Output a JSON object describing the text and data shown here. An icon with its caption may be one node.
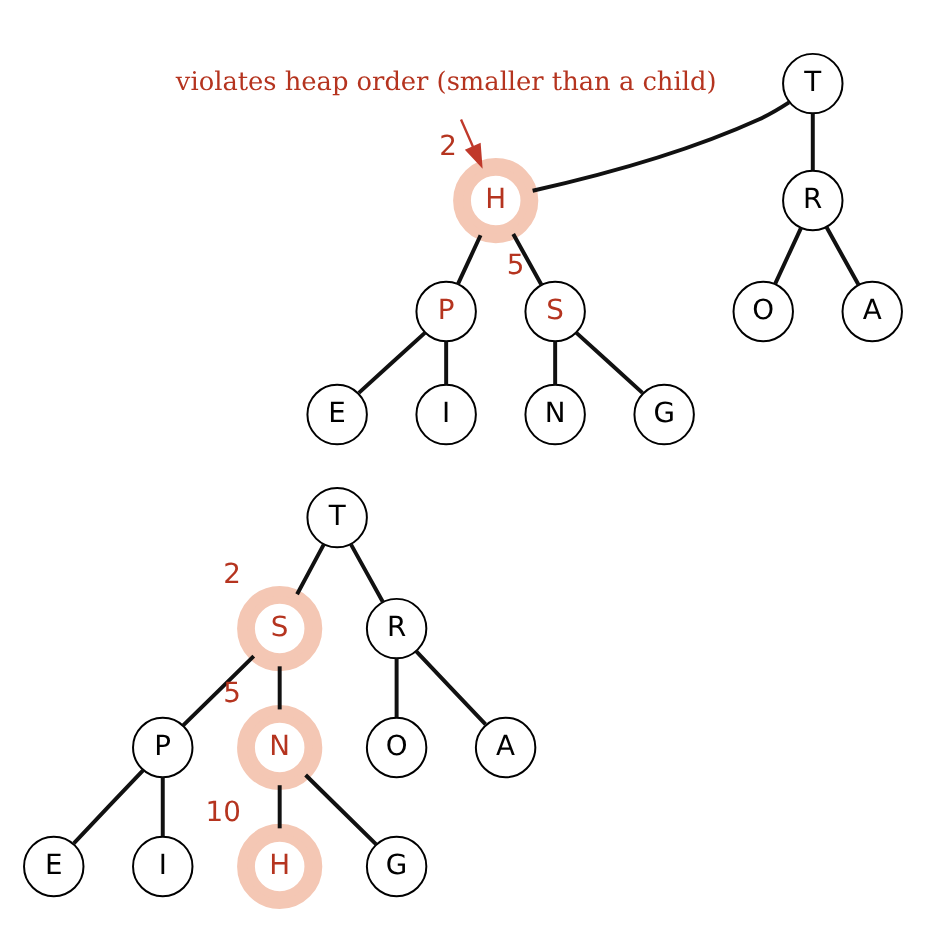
{
  "diagram": {
    "nodes": [
      {
        "text": [
          "violates heap order (smaller than a child)"
        ]
      },
      {
        "text": [
          "T"
        ]
      },
      {
        "text": [
          "H"
        ],
        "beside": [
          "2"
        ]
      },
      {
        "text": [
          "R"
        ]
      },
      {
        "text": [
          "P"
        ]
      },
      {
        "text": [
          "S"
        ],
        "beside": [
          "5"
        ]
      },
      {
        "text": [
          "O"
        ]
      },
      {
        "text": [
          "A"
        ]
      },
      {
        "text": [
          "E"
        ]
      },
      {
        "text": [
          "I"
        ]
      },
      {
        "text": [
          "N"
        ]
      },
      {
        "text": [
          "G"
        ]
      },
      {
        "text": [
          "T"
        ]
      },
      {
        "text": [
          "S"
        ],
        "beside": [
          "2"
        ]
      },
      {
        "text": [
          "R"
        ]
      },
      {
        "text": [
          "P"
        ]
      },
      {
        "text": [
          "N"
        ],
        "beside": [
          "5"
        ]
      },
      {
        "text": [
          "O"
        ]
      },
      {
        "text": [
          "A"
        ]
      },
      {
        "text": [
          "E"
        ]
      },
      {
        "text": [
          "I"
        ]
      },
      {
        "text": [
          "H"
        ],
        "beside": [
          "10"
        ]
      },
      {
        "text": [
          "G"
        ]
      }
    ],
    "edges": [
      {
        "from": 0,
        "to": 2,
        "arrow": "to",
        "color": "#c0392b"
      },
      {
        "from": 1,
        "to": 2,
        "arrow": "none"
      },
      {
        "from": 1,
        "to": 3,
        "arrow": "none"
      },
      {
        "from": 2,
        "to": 4,
        "arrow": "none"
      },
      {
        "from": 2,
        "to": 5,
        "arrow": "none"
      },
      {
        "from": 3,
        "to": 6,
        "arrow": "none"
      },
      {
        "from": 3,
        "to": 7,
        "arrow": "none"
      },
      {
        "from": 4,
        "to": 8,
        "arrow": "none"
      },
      {
        "from": 4,
        "to": 9,
        "arrow": "none"
      },
      {
        "from": 5,
        "to": 10,
        "arrow": "none"
      },
      {
        "from": 5,
        "to": 11,
        "arrow": "none"
      },
      {
        "from": 12,
        "to": 13,
        "arrow": "none"
      },
      {
        "from": 12,
        "to": 14,
        "arrow": "none"
      },
      {
        "from": 13,
        "to": 15,
        "arrow": "none"
      },
      {
        "from": 13,
        "to": 16,
        "arrow": "none"
      },
      {
        "from": 14,
        "to": 17,
        "arrow": "none"
      },
      {
        "from": 14,
        "to": 18,
        "arrow": "none"
      },
      {
        "from": 15,
        "to": 19,
        "arrow": "none"
      },
      {
        "from": 15,
        "to": 20,
        "arrow": "none"
      },
      {
        "from": 16,
        "to": 21,
        "arrow": "none"
      },
      {
        "from": 16,
        "to": 22,
        "arrow": "none"
      }
    ]
  }
}
